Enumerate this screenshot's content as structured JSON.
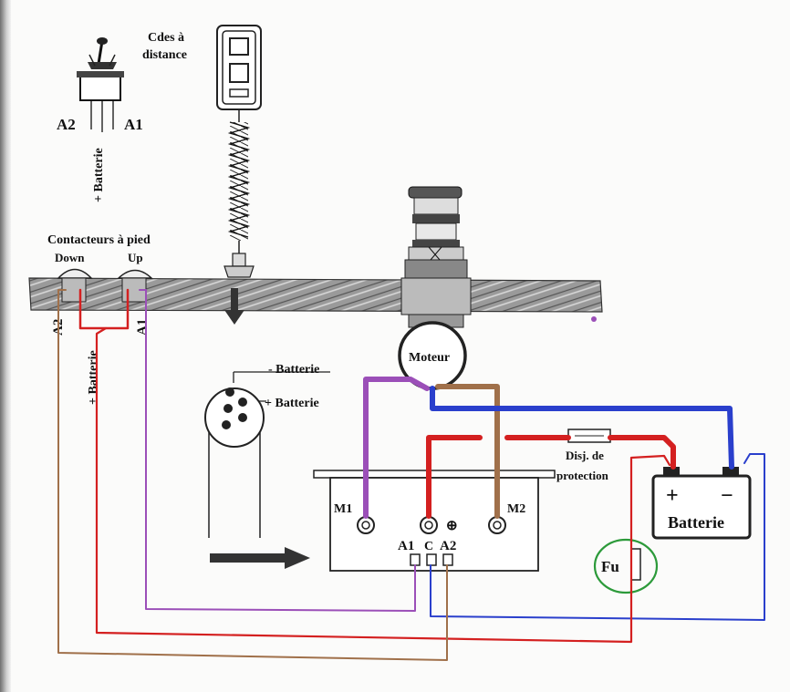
{
  "labels": {
    "remote": "Cdes à\ndistance",
    "a2_top": "A2",
    "a1_top": "A1",
    "batt_plus_top": "+ Batterie",
    "foot_switches": "Contacteurs à pied",
    "down": "Down",
    "up": "Up",
    "a2_left": "A2",
    "batt_plus_left": "+ Batterie",
    "a1_left": "A1",
    "motor": "Moteur",
    "batt_minus_conn": "- Batterie",
    "batt_plus_conn": "+ Batterie",
    "m1": "M1",
    "m2": "M2",
    "plus_terminal": "⊕",
    "a1_box": "A1",
    "c_box": "C",
    "a2_box": "A2",
    "breaker": "Disj. de\nprotection",
    "battery_plus": "+",
    "battery_minus": "−",
    "battery": "Batterie",
    "fuse": "Fu"
  },
  "wire_colors": {
    "red": "#d42020",
    "blue": "#2a3fcc",
    "purple": "#9b4fb8",
    "brown": "#a0704a",
    "green": "#2c9a3a"
  }
}
